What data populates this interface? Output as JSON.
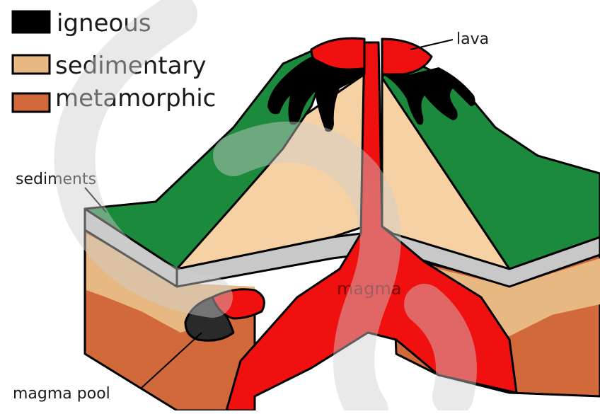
{
  "legend": [
    {
      "label": "igneous",
      "color": "#000000"
    },
    {
      "label": "sedimentary",
      "color": "#e8b882"
    },
    {
      "label": "metamorphic",
      "color": "#d2693a"
    }
  ],
  "labels": {
    "lava": "lava",
    "sediments": "sediments",
    "magma": "magma",
    "magma_pool": "magma pool"
  },
  "colors": {
    "green_slope": "#1c8a3c",
    "sediment_layer": "#c8c8c8",
    "sedimentary": "#e8b882",
    "sedimentary_light": "#f5d1a4",
    "metamorphic": "#d2693a",
    "magma": "#f01010",
    "igneous": "#000000",
    "watermark": "#d9d9d9"
  }
}
